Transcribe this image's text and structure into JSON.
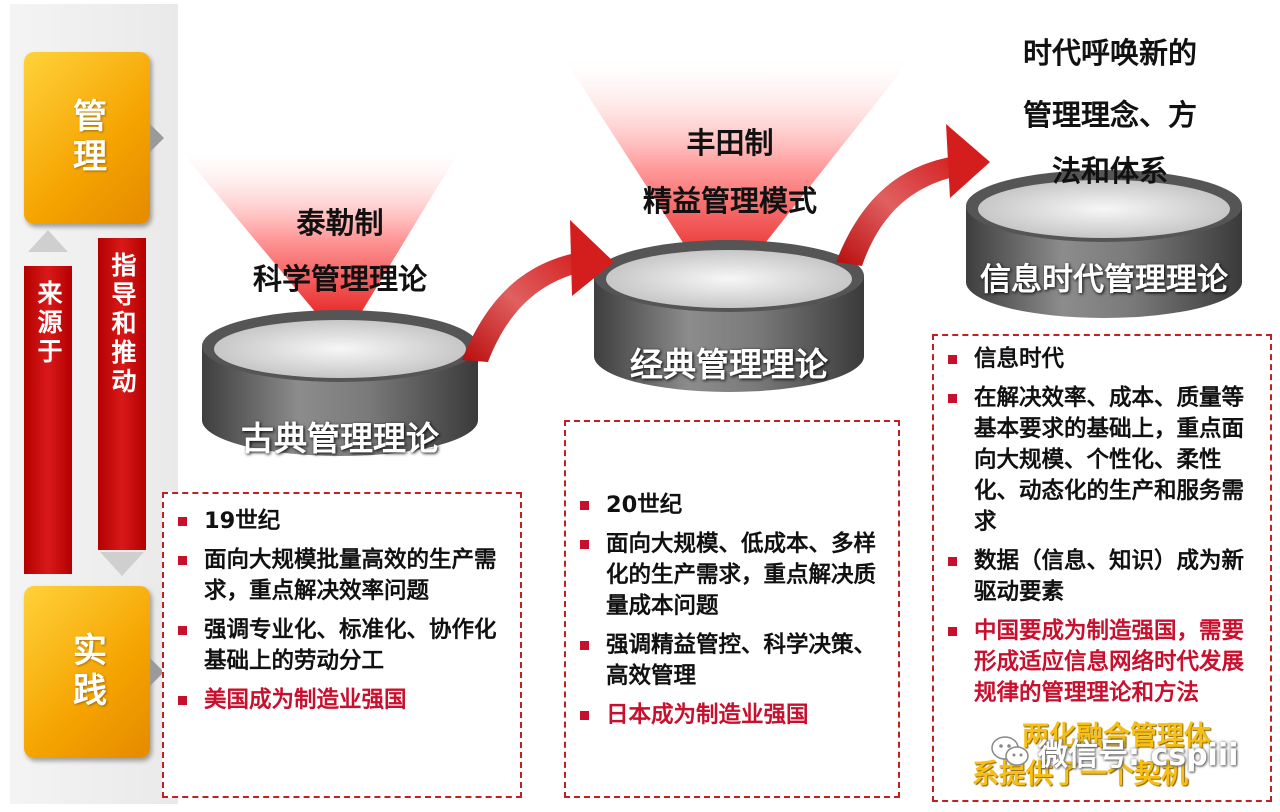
{
  "sidebar": {
    "top_box": "管理",
    "bottom_box": "实践",
    "left_bar": "来源于",
    "right_bar": "指导和推动"
  },
  "stages": [
    {
      "heading_line1": "泰勒制",
      "heading_line2": "科学管理理论",
      "cylinder_label": "古典管理理论",
      "bullets": [
        {
          "text": "19世纪",
          "highlight": false
        },
        {
          "text": "面向大规模批量高效的生产需求，重点解决效率问题",
          "highlight": false
        },
        {
          "text": "强调专业化、标准化、协作化基础上的劳动分工",
          "highlight": false
        },
        {
          "text": "美国成为制造业强国",
          "highlight": true
        }
      ]
    },
    {
      "heading_line1": "丰田制",
      "heading_line2": "精益管理模式",
      "cylinder_label": "经典管理理论",
      "bullets": [
        {
          "text": "20世纪",
          "highlight": false
        },
        {
          "text": "面向大规模、低成本、多样化的生产需求，重点解决质量成本问题",
          "highlight": false
        },
        {
          "text": "强调精益管控、科学决策、高效管理",
          "highlight": false
        },
        {
          "text": "日本成为制造业强国",
          "highlight": true
        }
      ]
    },
    {
      "heading_line1": "时代呼唤新的",
      "heading_line2": "管理理念、方",
      "heading_line3": "法和体系",
      "cylinder_label": "信息时代管理理论",
      "bullets": [
        {
          "text": "信息时代",
          "highlight": false
        },
        {
          "text": "在解决效率、成本、质量等基本要求的基础上，重点面向大规模、个性化、柔性化、动态化的生产和服务需求",
          "highlight": false
        },
        {
          "text": "数据（信息、知识）成为新驱动要素",
          "highlight": false
        },
        {
          "text": "中国要成为制造强国，需要形成适应信息网络时代发展规律的管理理论和方法",
          "highlight": true
        }
      ],
      "closing_line1": "两化融合管理体",
      "closing_line2": "系提供了一个契机"
    }
  ],
  "watermark": "微信号: cspiii",
  "colors": {
    "accent_red": "#c8102e",
    "gold": "#f5a300",
    "cylinder_gray": "#6e6e6e"
  }
}
